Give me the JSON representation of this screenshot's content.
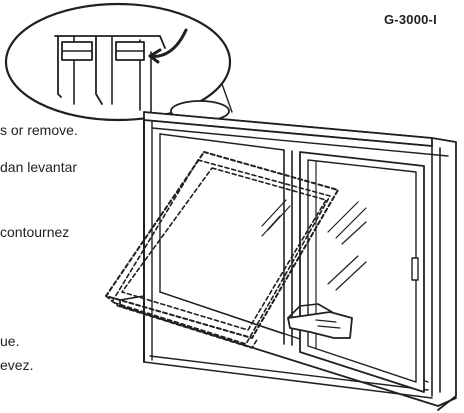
{
  "document": {
    "code": "G-3000-I"
  },
  "text_fragments": [
    "s or remove.",
    "dan levantar",
    "contournez",
    "ue.",
    "evez."
  ],
  "illustration": {
    "subject": "sliding window with screen being tilted out, detail magnifier of top track",
    "line_color": "#231f20",
    "background_color": "#ffffff"
  }
}
